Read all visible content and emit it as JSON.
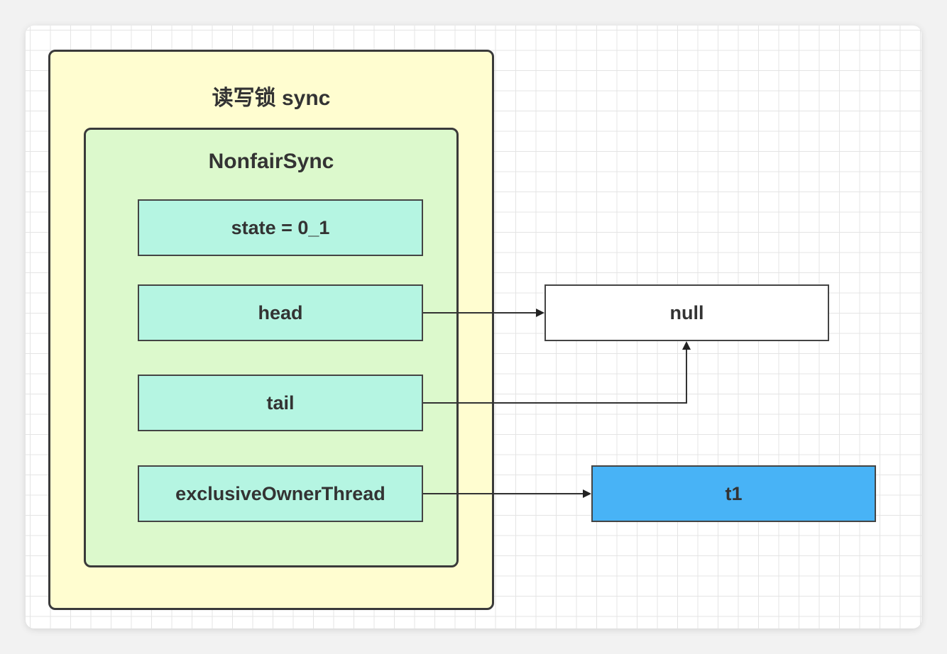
{
  "diagram": {
    "outer_title": "读写锁 sync",
    "inner_title": "NonfairSync",
    "fields": {
      "state": "state = 0_1",
      "head": "head",
      "tail": "tail",
      "owner": "exclusiveOwnerThread"
    },
    "targets": {
      "null": "null",
      "t1": "t1"
    },
    "colors": {
      "outer_fill": "#fffdd0",
      "inner_fill": "#dcf9cc",
      "field_fill": "#b5f5e2",
      "null_fill": "#ffffff",
      "t1_fill": "#48b3f6",
      "edge": "#333333"
    }
  }
}
